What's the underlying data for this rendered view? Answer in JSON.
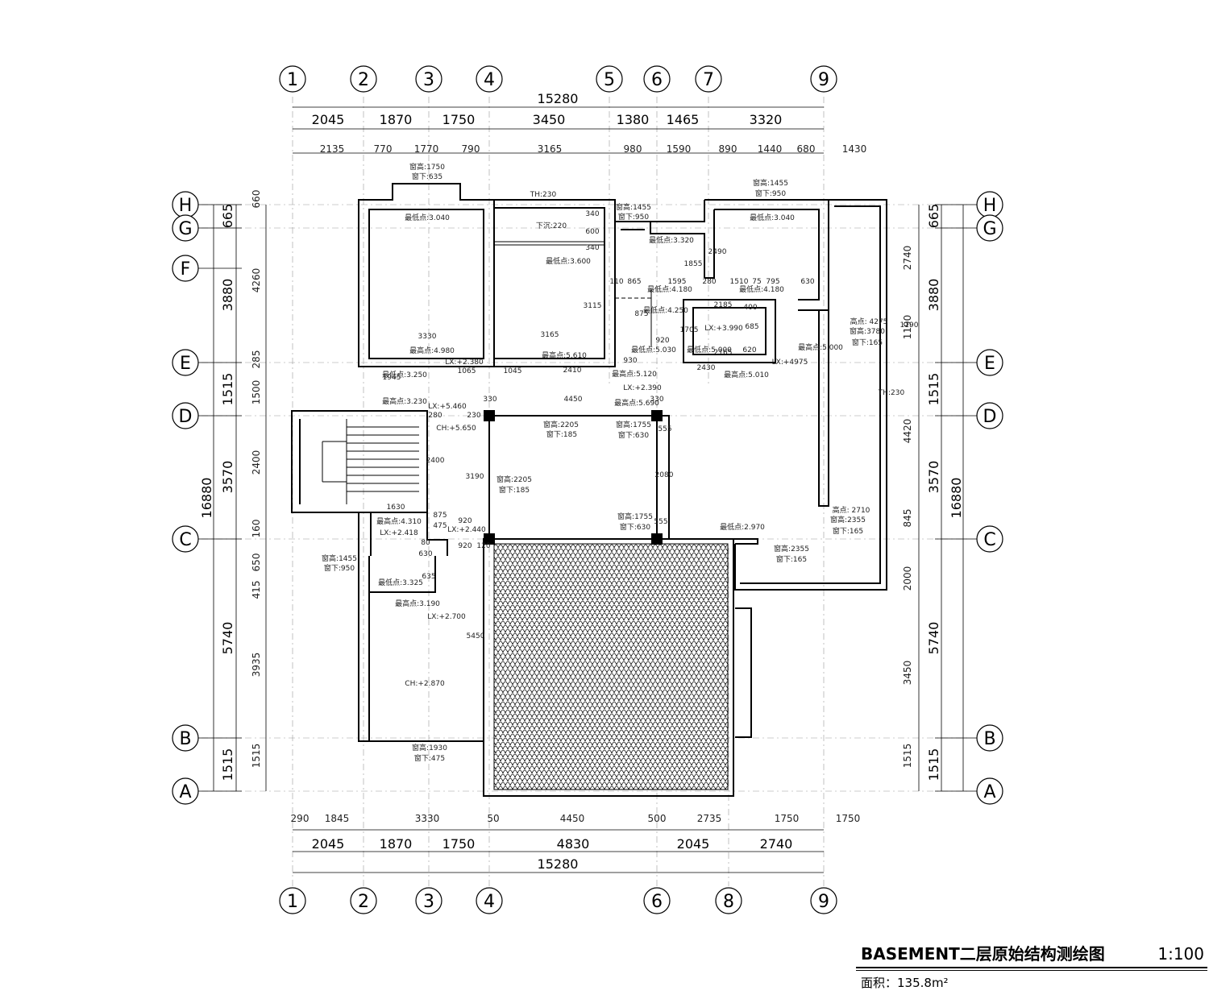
{
  "grid": {
    "top_axes": [
      "1",
      "2",
      "3",
      "4",
      "5",
      "6",
      "7",
      "9"
    ],
    "bottom_axes": [
      "1",
      "2",
      "3",
      "4",
      "6",
      "8",
      "9"
    ],
    "left_axes": [
      "H",
      "G",
      "F",
      "E",
      "D",
      "C",
      "B",
      "A"
    ],
    "right_axes": [
      "H",
      "G",
      "E",
      "D",
      "C",
      "B",
      "A"
    ]
  },
  "dimensions": {
    "top_total": "15280",
    "top_major": [
      "2045",
      "1870",
      "1750",
      "3450",
      "1380",
      "1465",
      "3320"
    ],
    "top_minor": [
      "2135",
      "770",
      "1770",
      "790",
      "3165",
      "980",
      "1590",
      "890",
      "1440",
      "680",
      "1430"
    ],
    "bottom_total": "15280",
    "bottom_major": [
      "2045",
      "1870",
      "1750",
      "4830",
      "2045",
      "2740"
    ],
    "bottom_minor": [
      "290",
      "1845",
      "3330",
      "50",
      "4450",
      "500",
      "2735",
      "1750",
      "1750"
    ],
    "left_total": "16880",
    "left_major": [
      "665",
      "3880",
      "1515",
      "3570",
      "5740",
      "1515"
    ],
    "left_minor": [
      "660",
      "4260",
      "285",
      "1500",
      "2400",
      "160",
      "650",
      "415",
      "3935",
      "1515"
    ],
    "right_total": "16880",
    "right_major": [
      "665",
      "3880",
      "1515",
      "3570",
      "5740",
      "1515"
    ],
    "right_minor": [
      "2740",
      "1190",
      "4420",
      "845",
      "2000",
      "3450",
      "1515"
    ]
  },
  "annotations": [
    "窗高:1750",
    "窗下:635",
    "最低点:3.040",
    "TH:230",
    "窗高:1455",
    "窗下:950",
    "下沉:220",
    "最低点:3.600",
    "最低点:3.320",
    "1855",
    "2490",
    "窗高:1455",
    "窗下:950",
    "最低点:3.040",
    "340",
    "600",
    "340",
    "3115",
    "110",
    "865",
    "1595",
    "最低点:4.180",
    "280",
    "1510",
    "75",
    "795",
    "630",
    "最低点:4.180",
    "875",
    "最低点:4.250",
    "2185",
    "400",
    "LX:+3.990",
    "685",
    "1705",
    "920",
    "3330",
    "3165",
    "最高点:4.980",
    "最高点:5.610",
    "最低点:5.030",
    "最低点:5.000",
    "2165",
    "620",
    "最高点:5.000",
    "高点: 4275",
    "窗高:3780",
    "窗下:165",
    "1190",
    "LX:+2.380",
    "1065",
    "1045",
    "2410",
    "930",
    "最高点:5.120",
    "2430",
    "最高点:5.010",
    "LX:+4975",
    "1945",
    "最低点:3.250",
    "LX:+2.390",
    "最高点:3.230",
    "330",
    "4450",
    "最高点:5.690",
    "330",
    "TH:230",
    "LX:+5.460",
    "280",
    "230",
    "CH:+5.650",
    "窗高:2205",
    "窗下:185",
    "窗高:1755",
    "窗下:630",
    "555",
    "2400",
    "3190",
    "窗高:2205",
    "窗下:185",
    "2080",
    "1630",
    "最高点:4.310",
    "475",
    "875",
    "920",
    "LX:+2.418",
    "LX:+2.440",
    "窗高:1755",
    "窗下:630",
    "555",
    "最低点:2.970",
    "高点: 2710",
    "窗高:2355",
    "窗下:165",
    "窗高:2355",
    "窗下:165",
    "920",
    "120",
    "窗高:1455",
    "窗下:950",
    "630",
    "80",
    "635",
    "最低点:3.325",
    "最高点:3.190",
    "LX:+2.700",
    "5450",
    "CH:+2.870",
    "窗高:1930",
    "窗下:475"
  ],
  "title_block": {
    "title": "BASEMENT二层原始结构测绘图",
    "scale": "1:100",
    "area": "面积：135.8m²"
  }
}
